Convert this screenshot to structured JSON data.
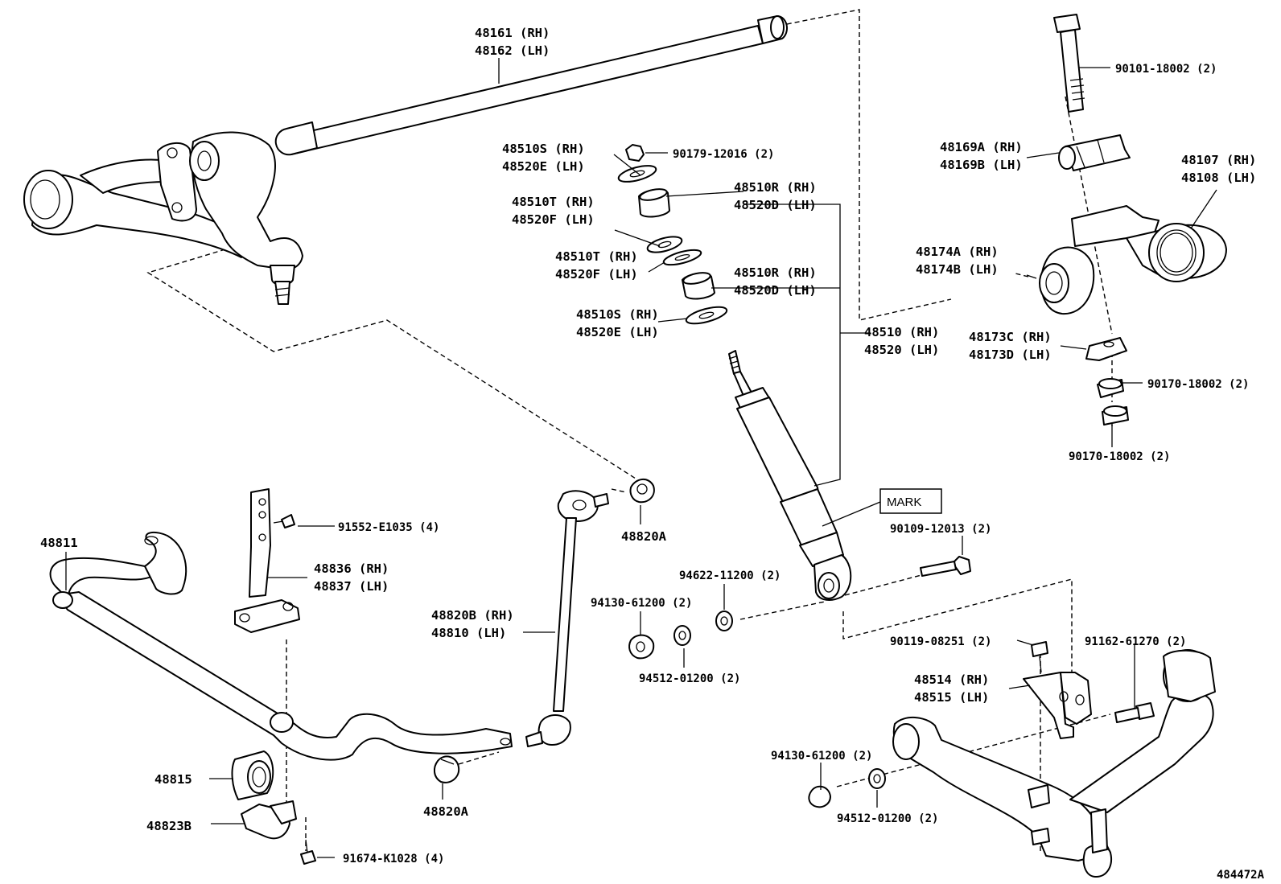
{
  "labels": {
    "l48161": "48161 (RH)",
    "l48162": "48162 (LH)",
    "l48510S_1": "48510S (RH)",
    "l48520E_1": "48520E (LH)",
    "l90179": "90179-12016 (2)",
    "l48510T_1": "48510T (RH)",
    "l48520F_1": "48520F (LH)",
    "l48510R_1": "48510R (RH)",
    "l48520D_1": "48520D (LH)",
    "l48510T_2": "48510T (RH)",
    "l48520F_2": "48520F (LH)",
    "l48510R_2": "48510R (RH)",
    "l48520D_2": "48520D (LH)",
    "l48510S_2": "48510S (RH)",
    "l48520E_2": "48520E (LH)",
    "l48510": "48510 (RH)",
    "l48520": "48520 (LH)",
    "l90101": "90101-18002 (2)",
    "l48169A": "48169A (RH)",
    "l48169B": "48169B (LH)",
    "l48107": "48107 (RH)",
    "l48108": "48108 (LH)",
    "l48174A": "48174A (RH)",
    "l48174B": "48174B (LH)",
    "l48173C": "48173C (RH)",
    "l48173D": "48173D (LH)",
    "l90170_1": "90170-18002 (2)",
    "l90170_2": "90170-18002 (2)",
    "mark": "MARK",
    "l90109": "90109-12013 (2)",
    "l94622": "94622-11200 (2)",
    "l94130_1": "94130-61200 (2)",
    "l94512_1": "94512-01200 (2)",
    "l90119": "90119-08251 (2)",
    "l91162": "91162-61270 (2)",
    "l48514": "48514 (RH)",
    "l48515": "48515 (LH)",
    "l94130_2": "94130-61200 (2)",
    "l94512_2": "94512-01200 (2)",
    "l48811": "48811",
    "l91552": "91552-E1035 (4)",
    "l48836": "48836 (RH)",
    "l48837": "48837 (LH)",
    "l48820A_1": "48820A",
    "l48820B": "48820B (RH)",
    "l48810": "48810 (LH)",
    "l48815": "48815",
    "l48823B": "48823B",
    "l91674": "91674-K1028 (4)",
    "l48820A_2": "48820A",
    "figure_id": "484472A"
  }
}
